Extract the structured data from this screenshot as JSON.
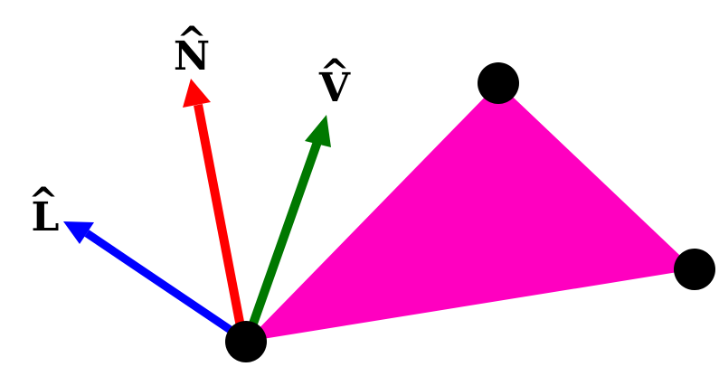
{
  "labels": {
    "normal": "N",
    "view": "V",
    "light": "L"
  },
  "hat_glyph": "^",
  "colors": {
    "background": "#ffffff",
    "triangle": "#ff00c0",
    "normal_vector": "#ff0000",
    "view_vector": "#007800",
    "light_vector": "#0000ff",
    "vertex": "#000000",
    "label": "#000000"
  }
}
